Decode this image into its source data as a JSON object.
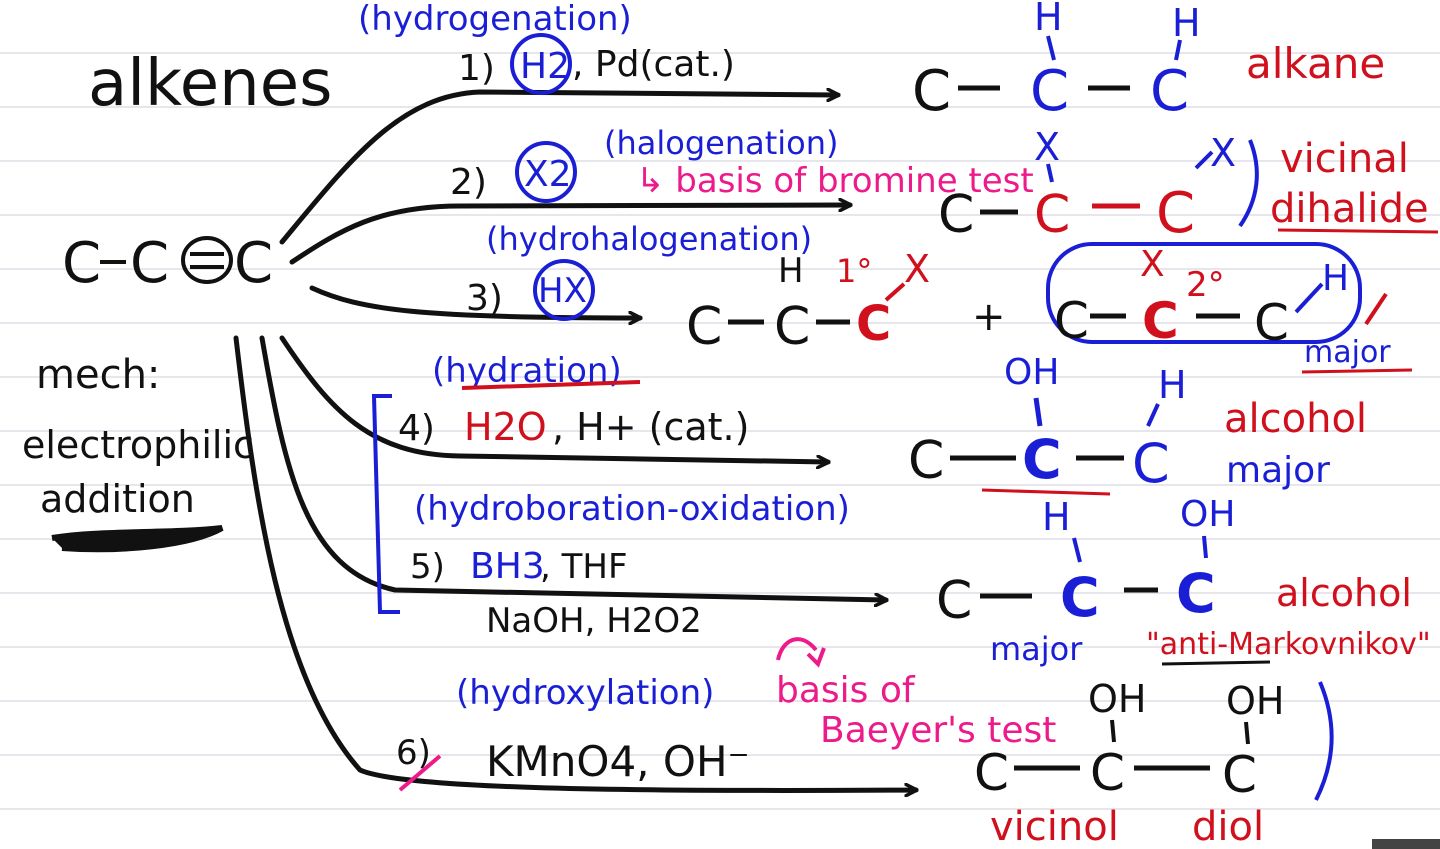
{
  "title": "alkenes",
  "start": {
    "left": "C",
    "bond": "C",
    "right": "C"
  },
  "mechanism": {
    "line1": "mech:",
    "line2": "electrophilic",
    "line3": "addition"
  },
  "colors": {
    "black": "#111111",
    "blue": "#1a1fd6",
    "red": "#d0101c",
    "pink": "#ec1a8a"
  },
  "reactions": [
    {
      "name": "(hydrogenation)",
      "num": "1)",
      "reagent": "H2",
      "cond": ", Pd(cat.)",
      "product": {
        "c1": "C",
        "c2": "C",
        "c3": "C",
        "h2": "H",
        "h3": "H"
      },
      "label": "alkane"
    },
    {
      "name": "(halogenation)",
      "num": "2)",
      "reagent": "X2",
      "note": "↳ basis of bromine test",
      "product": {
        "c1": "C",
        "c2": "C",
        "c3": "C",
        "x2": "X",
        "x3": "X"
      },
      "label1": "vicinal",
      "label2": "dihalide"
    },
    {
      "name": "(hydrohalogenation)",
      "num": "3)",
      "reagent": "HX",
      "productA": {
        "c1": "C",
        "c2": "C",
        "c3": "C",
        "h": "H",
        "x": "X",
        "deg": "1°"
      },
      "plus": "+",
      "productB": {
        "c1": "C",
        "c2": "C",
        "c3": "C",
        "h": "H",
        "x": "X",
        "deg": "2°"
      },
      "label": "major"
    },
    {
      "name": "(hydration)",
      "num": "4)",
      "reagent": "H2O",
      "cond": ", H+ (cat.)",
      "product": {
        "c1": "C",
        "c2": "C",
        "c3": "C",
        "oh": "OH",
        "h": "H"
      },
      "label1": "alcohol",
      "label2": "major"
    },
    {
      "name": "(hydroboration-oxidation)",
      "num": "5)",
      "reagent1": "BH3",
      "cond1": ", THF",
      "reagent2": "NaOH, H2O2",
      "product": {
        "c1": "C",
        "c2": "C",
        "c3": "C",
        "h": "H",
        "oh": "OH"
      },
      "major": "major",
      "label1": "alcohol",
      "label2": "\"anti-Markovnikov\""
    },
    {
      "name": "(hydroxylation)",
      "num": "6)",
      "reagent": "KMnO4, OH⁻",
      "note1": "basis of",
      "note2": "Baeyer's test",
      "product": {
        "c1": "C",
        "c2": "C",
        "c3": "C",
        "oh2": "OH",
        "oh3": "OH"
      },
      "label1": "vicinol",
      "label2": "diol"
    }
  ]
}
